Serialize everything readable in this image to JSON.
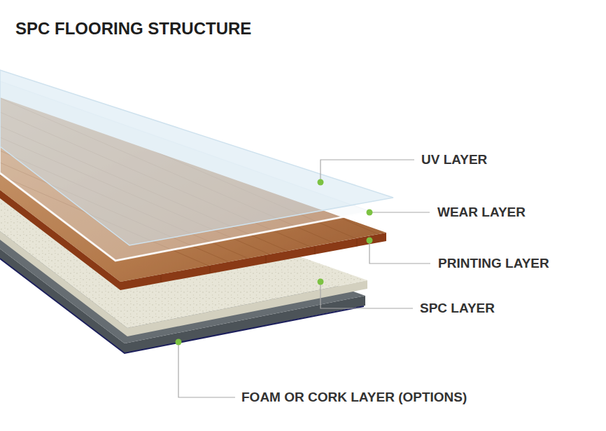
{
  "diagram": {
    "title": "SPC FLOORING STRUCTURE",
    "labels": [
      "UV LAYER",
      "WEAR LAYER",
      "PRINTING LAYER",
      "SPC LAYER",
      "FOAM OR CORK LAYER (OPTIONS)"
    ]
  }
}
